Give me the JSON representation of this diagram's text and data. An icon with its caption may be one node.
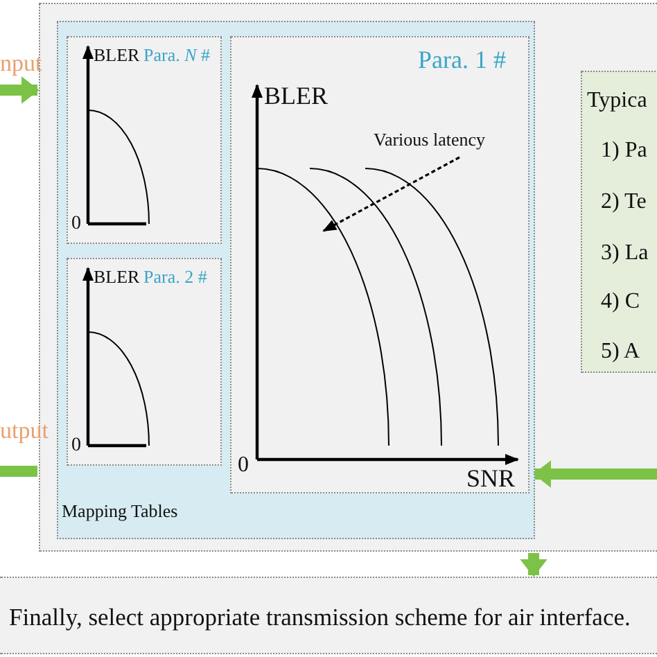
{
  "diagram": {
    "nodes": [
      {
        "text": [],
        "shape": "box"
      },
      {
        "text": [
          "Mapping Tables"
        ],
        "in": 0
      },
      {
        "text": [
          "BLER",
          "Para. *N* #",
          "0"
        ],
        "in": 1
      },
      {
        "text": [
          "BLER",
          "Para. 2 #",
          "0"
        ],
        "in": 1
      },
      {
        "text": [
          "BLER",
          "Para. 1 #",
          "Various latency",
          "0",
          "SNR"
        ],
        "in": 1
      },
      {
        "text": [
          "Typica",
          "1) Pa",
          "2) Te",
          "3) La",
          "4) C",
          "5) A"
        ],
        "in": 0
      },
      {
        "text": [
          "Finally, select appropriate transmission scheme for air interface."
        ]
      }
    ],
    "edges": [
      {
        "from": null,
        "to": 0,
        "arrow": "to"
      },
      {
        "from": 0,
        "to": null,
        "arrow": "none"
      },
      {
        "from": null,
        "to": 1,
        "arrow": "to"
      },
      {
        "from": 0,
        "to": 6,
        "arrow": "to"
      }
    ],
    "labels": [
      "nput",
      "utput"
    ]
  }
}
